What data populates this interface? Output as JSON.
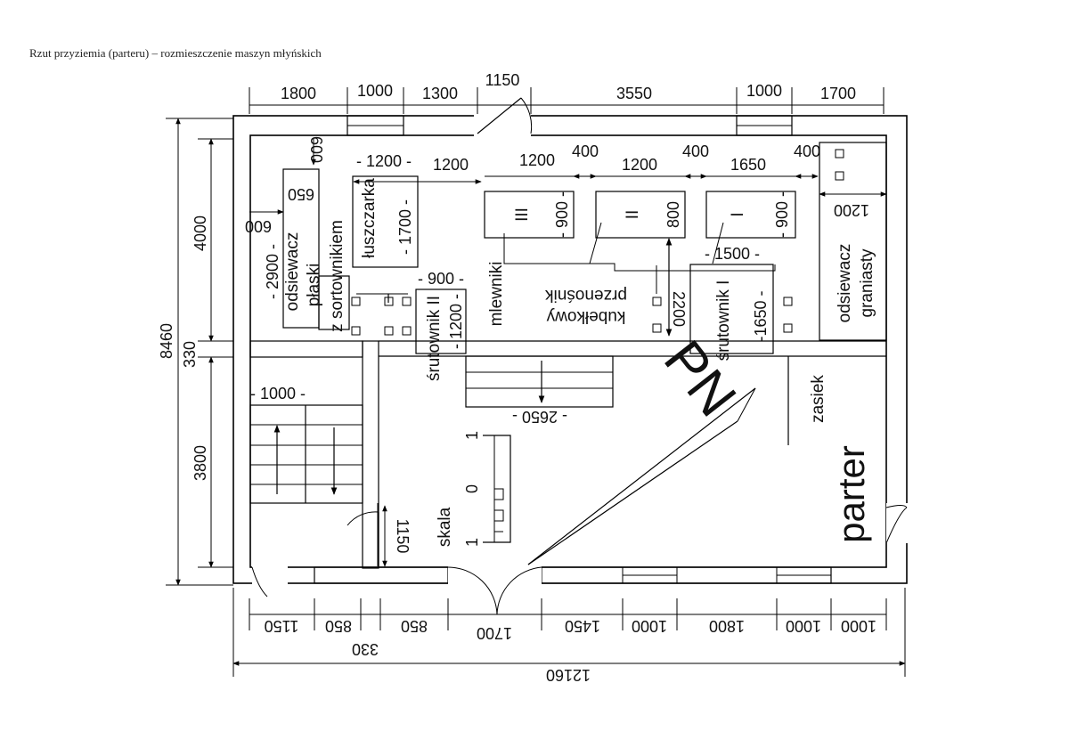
{
  "caption": "Rzut przyziemia (parteru) – rozmieszczenie maszyn młyńskich",
  "dims_top": [
    "1800",
    "1000",
    "1300",
    "1150",
    "3550",
    "1000",
    "1700"
  ],
  "dims_bottom": [
    "1150",
    "850",
    "850",
    "1700",
    "1450",
    "1000",
    "1800",
    "1000",
    "1000"
  ],
  "dim_330_bottom": "330",
  "dim_total_width": "12160",
  "dim_total_height": "8460",
  "dims_left": {
    "upper": "4000",
    "mid": "330",
    "lower": "3800"
  },
  "dims_inner": {
    "d600_top": "600",
    "d650": "650",
    "d600_left": "600",
    "d2900": "- 2900 -",
    "d1200a": "- 1200 -",
    "d1200b": "1200",
    "d1200c": "1200",
    "d400a": "400",
    "d1200d": "1200",
    "d400b": "400",
    "d1650": "1650",
    "d400c": "400",
    "d1200e": "1200",
    "d1700": "- 1700 -",
    "d900a": "- 900 -",
    "d800": "800",
    "d900b": "- 900 -",
    "d1500": "- 1500 -",
    "d900c": "- 900 -",
    "d1200f": "- 1200 -",
    "d2200": "2200",
    "d1650b": "-1650 -",
    "d2650": "- 2650 -",
    "d1000": "- 1000 -",
    "d1150": "1150"
  },
  "labels": {
    "odsiewacz_plaski": "odsiewacz",
    "odsiewacz_plaski2": "płaski",
    "z_sortownikiem": "z sortownikiem",
    "luszczarka": "łuszczarka",
    "mlewniki": "mlewniki",
    "przenosnik": "przenośnik",
    "kubelkowy": "kubełkowy",
    "srutownik_II": "śrutownik II",
    "srutownik_I": "śrutownik I",
    "odsiewacz_graniasty": "odsiewacz",
    "graniasty": "graniasty",
    "zasiek": "zasiek",
    "parter": "parter",
    "skala": "skala",
    "mill_III": "III",
    "mill_II": "II",
    "mill_I": "I",
    "north": "PN",
    "scale_1a": "1",
    "scale_0": "0",
    "scale_1b": "1"
  }
}
